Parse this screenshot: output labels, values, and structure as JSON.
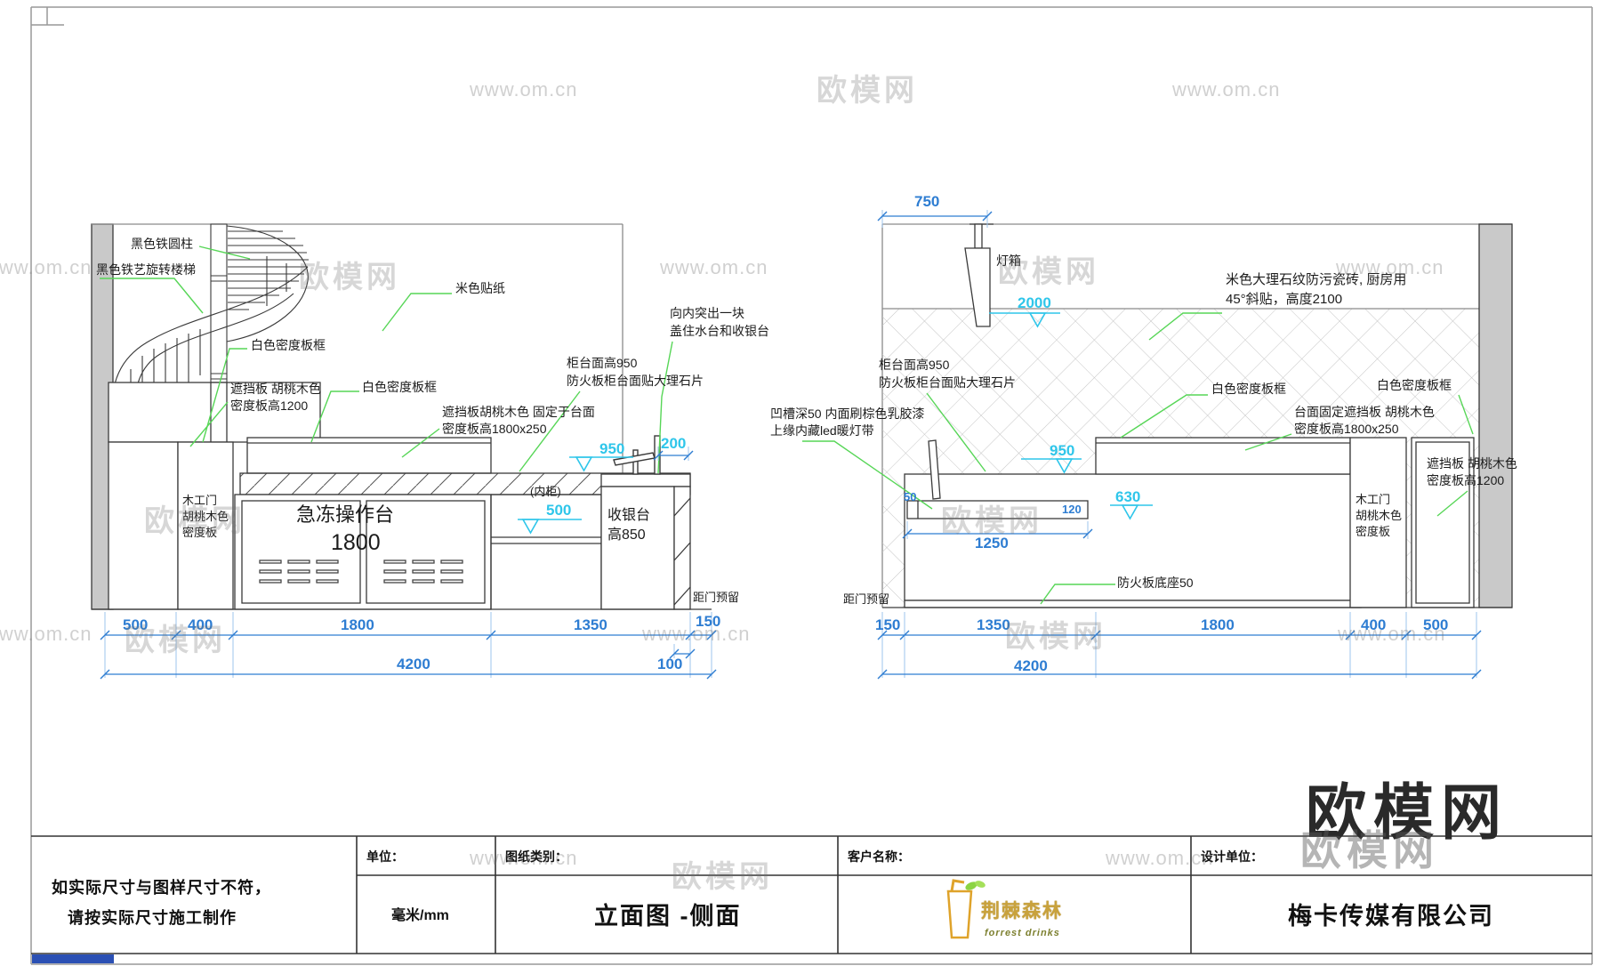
{
  "watermarks": {
    "brand": "欧模网",
    "site": "www.om.cn"
  },
  "brand_logo": "欧模网",
  "shared": {
    "white_frame": "白色密度板框",
    "baffle_walnut": "遮挡板 胡桃木色",
    "board_h1200": "密度板高1200",
    "wood_door_l1": "木工门",
    "wood_door_l2": "胡桃木色",
    "wood_door_l3": "密度板",
    "counter_l1": "柜台面高950",
    "counter_l2": "防火板柜台面贴大理石片",
    "door_gap": "距门预留",
    "total_dim": "4200"
  },
  "left_view": {
    "labels": {
      "iron_column": "黑色铁圆柱",
      "spiral_stair": "黑色铁艺旋转楼梯",
      "beige_sticker": "米色贴纸",
      "baffle_fixed_l1": "遮挡板胡桃木色 固定于台面",
      "baffle_fixed_l2": "密度板高1800x250",
      "protrude_l1": "向内突出一块",
      "protrude_l2": "盖住水台和收银台",
      "freezer_name": "急冻操作台",
      "freezer_size": "1800",
      "inner_cabinet": "(内柜)",
      "cashier_l1": "收银台",
      "cashier_l2": "高850"
    },
    "levels": {
      "v950": "950",
      "v200": "200",
      "v500": "500"
    },
    "dims": {
      "d500": "500",
      "d400": "400",
      "d1800": "1800",
      "d1350": "1350",
      "d150": "150",
      "d100": "100"
    }
  },
  "right_view": {
    "labels": {
      "lightbox": "灯箱",
      "tile_l1": "米色大理石纹防污瓷砖, 厨房用",
      "tile_l2": "45°斜贴，高度2100",
      "groove_l1": "凹槽深50 内面刷棕色乳胶漆",
      "groove_l2": "上缘内藏led暖灯带",
      "fixed_baffle_l1": "台面固定遮挡板 胡桃木色",
      "fixed_baffle_l2": "密度板高1800x250",
      "base": "防火板底座50"
    },
    "levels": {
      "v2000": "2000",
      "v950": "950",
      "v630": "630",
      "v120": "120",
      "v50": "50"
    },
    "dims": {
      "d750": "750",
      "d150": "150",
      "d1350": "1350",
      "d1800": "1800",
      "d400": "400",
      "d500": "500",
      "d1250": "1250"
    }
  },
  "title_block": {
    "warning_l1": "如实际尺寸与图样尺寸不符，",
    "warning_l2": "请按实际尺寸施工制作",
    "unit_label": "单位：",
    "unit_value": "毫米/mm",
    "type_label": "图纸类别：",
    "type_value": "立面图 -侧面",
    "client_label": "客户名称：",
    "client_logo_cn": "荆棘森林",
    "client_logo_en": "forrest drinks",
    "designer_label": "设计单位：",
    "designer_value": "梅卡传媒有限公司"
  },
  "colors": {
    "dim_blue": "#2e7dd2",
    "level_cyan": "#2fc6ea",
    "leader_green": "#57d657",
    "wall_gray": "#c9c9c9",
    "bar_blue": "#2b50b4",
    "logo_yellow": "#dfa32b"
  }
}
